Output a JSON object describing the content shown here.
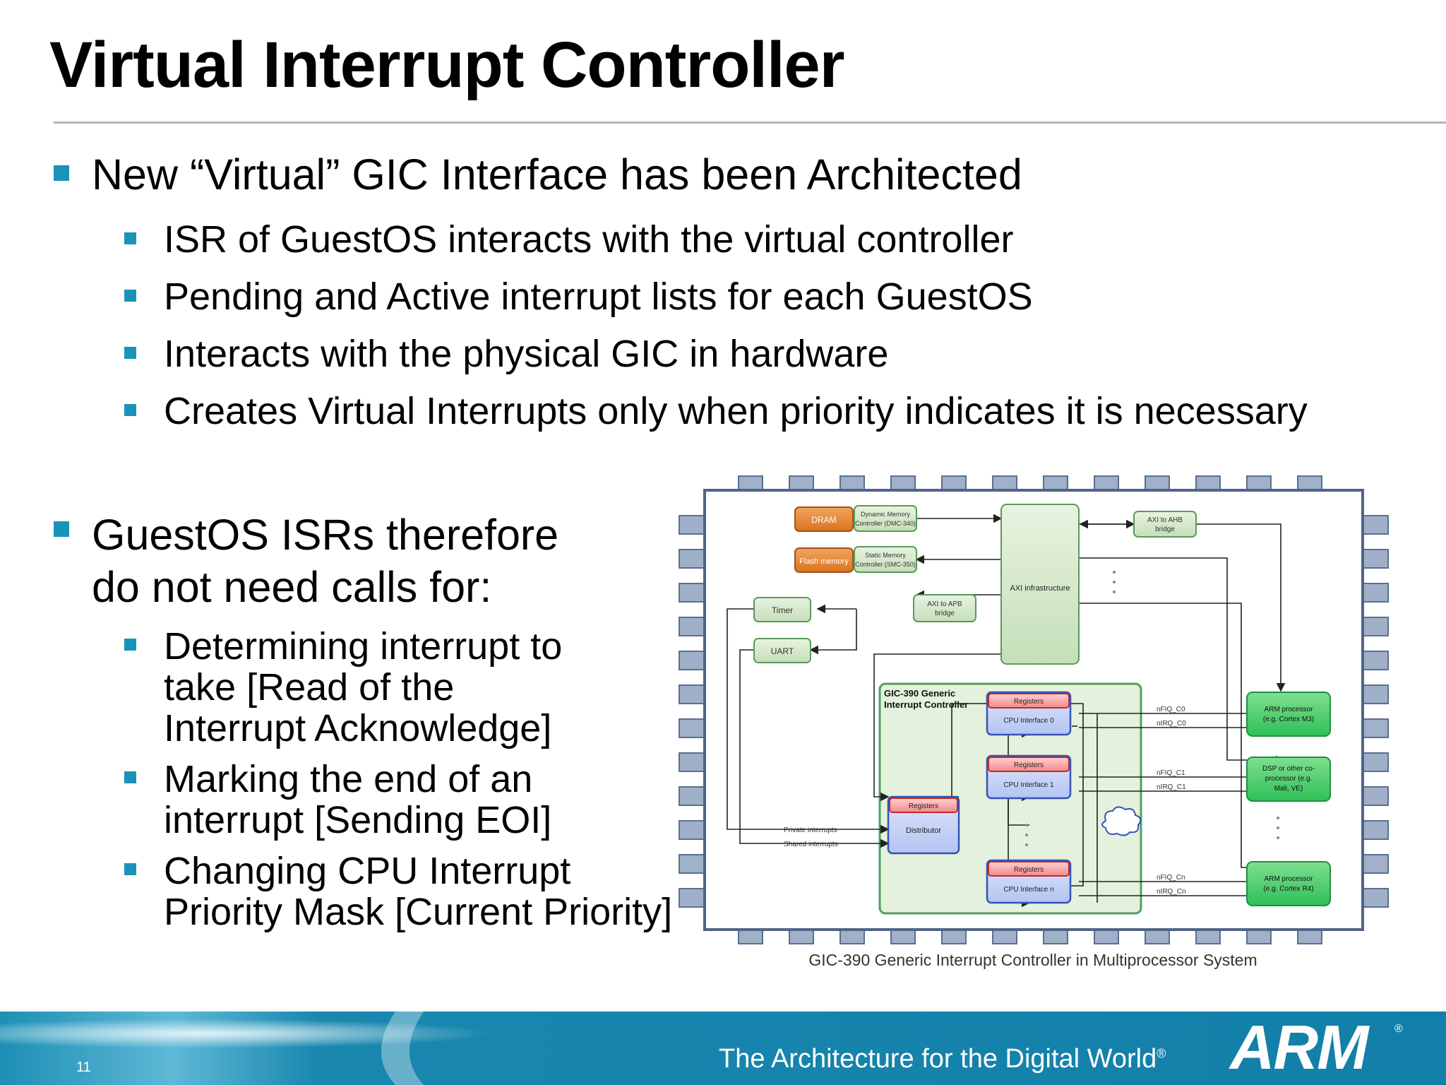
{
  "slide": {
    "title": "Virtual Interrupt Controller",
    "page_number": "11",
    "tagline": "The Architecture for the Digital World",
    "tagline_mark": "®",
    "logo": "ARM",
    "logo_mark": "®"
  },
  "bullets": {
    "b1": "New “Virtual” GIC Interface has been Architected",
    "b1_sub": [
      "ISR of GuestOS interacts with the virtual controller",
      "Pending and Active interrupt lists for each GuestOS",
      "Interacts with the physical GIC in hardware",
      "Creates Virtual Interrupts only when priority indicates it is necessary"
    ],
    "b2_line1": "GuestOS ISRs therefore",
    "b2_line2": "do not need calls for:",
    "b2_sub": [
      {
        "line1": "Determining interrupt to",
        "line2": "take  [Read of the",
        "line3": "Interrupt Acknowledge]"
      },
      {
        "line1": "Marking the end of an",
        "line2": "interrupt [Sending EOI]"
      },
      {
        "line1": "Changing CPU Interrupt",
        "line2": "Priority Mask [Current Priority]"
      }
    ]
  },
  "diagram": {
    "caption": "GIC-390 Generic Interrupt Controller in Multiprocessor System",
    "dram": "DRAM",
    "flash": "Flash memory",
    "dmc_1": "Dynamic Memory",
    "dmc_2": "Controller (DMC-340)",
    "smc_1": "Static Memory",
    "smc_2": "Controller (SMC-350)",
    "axi_infra": "AXI infrastructure",
    "axi_ahb_1": "AXI to AHB",
    "axi_ahb_2": "bridge",
    "axi_apb_1": "AXI to APB",
    "axi_apb_2": "bridge",
    "timer": "Timer",
    "uart": "UART",
    "gic_title_1": "GIC-390 Generic",
    "gic_title_2": "Interrupt Controller",
    "registers": "Registers",
    "cpu_if_0": "CPU Interface 0",
    "cpu_if_1": "CPU Interface 1",
    "cpu_if_n": "CPU Interface n",
    "distributor": "Distributor",
    "private_int": "Private interrupts",
    "shared_int": "Shared interrupts",
    "nfiq_c0": "nFIQ_C0",
    "nirq_c0": "nIRQ_C0",
    "nfiq_c1": "nFIQ_C1",
    "nirq_c1": "nIRQ_C1",
    "nfiq_cn": "nFIQ_Cn",
    "nirq_cn": "nIRQ_Cn",
    "arm_m3_1": "ARM processor",
    "arm_m3_2": "(e.g. Cortex M3)",
    "dsp_1": "DSP or other co-",
    "dsp_2": "processor (e.g.",
    "dsp_3": "Mali, VE)",
    "arm_r4_1": "ARM processor",
    "arm_r4_2": "(e.g. Cortex R4)"
  }
}
